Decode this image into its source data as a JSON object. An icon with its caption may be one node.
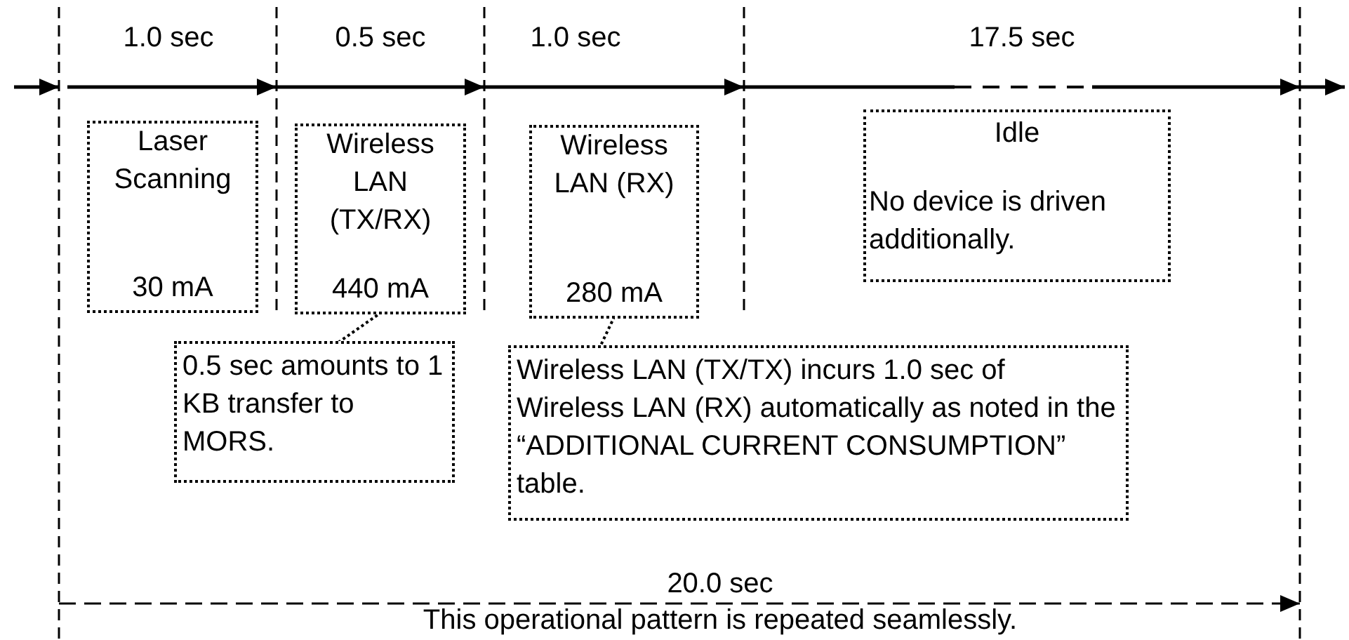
{
  "diagram": {
    "nodes": [
      {
        "text": [
          "Laser Scanning",
          "30 mA"
        ],
        "beside": [
          "1.0 sec"
        ]
      },
      {
        "text": [
          "Wireless LAN (TX/RX)",
          "440 mA"
        ],
        "beside": [
          "0.5 sec"
        ]
      },
      {
        "text": [
          "Wireless LAN (RX)",
          "280 mA"
        ],
        "beside": [
          "1.0 sec"
        ]
      },
      {
        "text": [
          "Idle",
          "No device is driven additionally."
        ],
        "beside": [
          "17.5 sec"
        ]
      },
      {
        "text": [
          "0.5 sec amounts to 1 KB transfer to MORS."
        ]
      },
      {
        "text": [
          "Wireless LAN (TX/TX) incurs 1.0 sec of Wireless LAN (RX) automatically as noted in the “ADDITIONAL CURRENT CONSUMPTION” table."
        ]
      }
    ],
    "edges": [
      {
        "from": 4,
        "to": 1,
        "arrow": "none"
      },
      {
        "from": 5,
        "to": 2,
        "arrow": "none"
      }
    ],
    "labels": [
      "20.0 sec",
      "This operational pattern is repeated seamlessly."
    ]
  }
}
